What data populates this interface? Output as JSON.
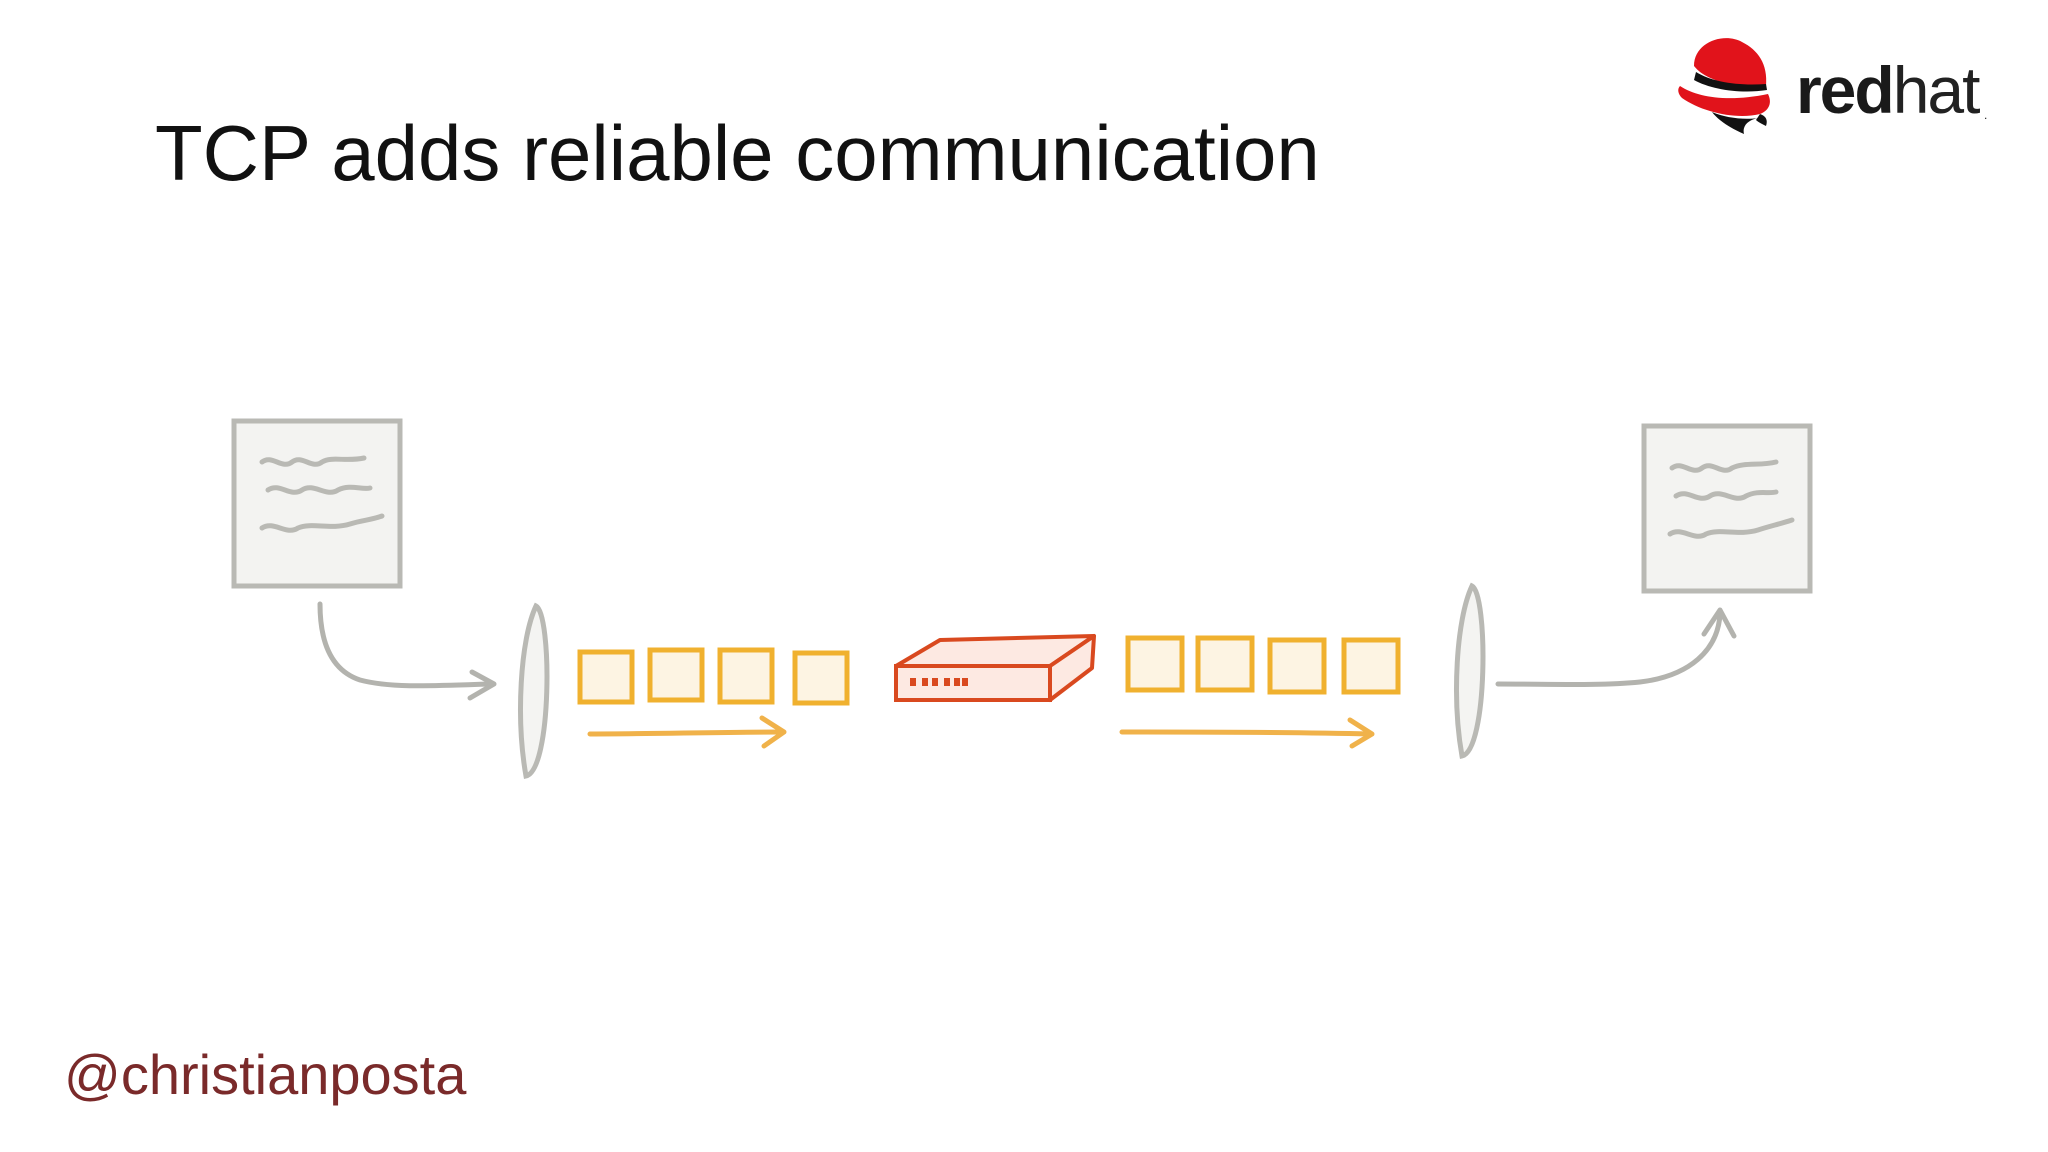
{
  "slide": {
    "title": "TCP adds reliable communication",
    "footer_handle": "@christianposta"
  },
  "logo": {
    "word_bold": "red",
    "word_light": "hat",
    "trademark": "."
  },
  "colors": {
    "title": "#111111",
    "handle": "#7a2a2a",
    "document": "#b9b9b4",
    "document_fill": "#f3f3f1",
    "packet": "#f0b12f",
    "packet_fill": "#fdf4e3",
    "arrow_orange": "#f0b24a",
    "router": "#d9491f",
    "router_fill": "#fde9e2",
    "logo_red": "#e1131b"
  },
  "diagram": {
    "sender": "document-icon",
    "receiver": "document-icon",
    "packets_left_count": 4,
    "packets_right_count": 4,
    "router": "router-icon"
  }
}
